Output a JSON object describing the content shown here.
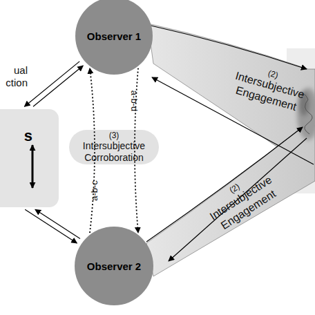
{
  "diagram": {
    "nodes": [
      {
        "text": [
          "Observer 1"
        ]
      },
      {
        "text": [
          "s"
        ]
      },
      {
        "text": [
          "Observer 2"
        ]
      }
    ],
    "edges": [
      {
        "from": 1,
        "to": 0,
        "arrow": "to"
      },
      {
        "from": 0,
        "to": 1,
        "arrow": "to"
      },
      {
        "from": 1,
        "to": 2,
        "arrow": "to"
      },
      {
        "from": 2,
        "to": 1,
        "arrow": "to"
      },
      {
        "from": 2,
        "to": 0,
        "label": "a-b-c",
        "arrow": "to"
      },
      {
        "from": 0,
        "to": 2,
        "label": "a-b-d",
        "arrow": "to"
      }
    ],
    "labels": [
      "ual ction",
      "(2)",
      "Intersubjective Engagement",
      "(3)",
      "Intersubjective Corroboration",
      "(2)",
      "Intersubjective Engagement"
    ]
  }
}
